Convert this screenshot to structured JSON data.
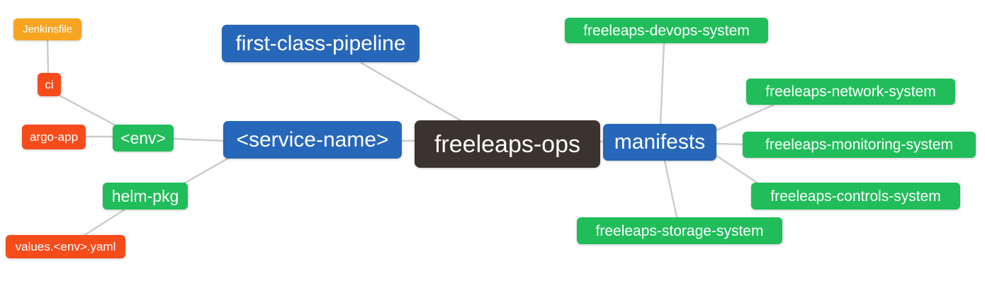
{
  "diagram": {
    "type": "mindmap",
    "root_id": "freeleaps-ops"
  },
  "palette": {
    "root_node": "#3b342e",
    "branch_blue": "#2767b9",
    "node_green": "#21bd5b",
    "node_red_orange": "#f64c1c",
    "node_amber": "#f7a521",
    "edge_line": "#cccccc",
    "node_text": "#ffffff",
    "background": "#ffffff"
  },
  "nodes": [
    {
      "id": "freeleaps-ops",
      "label": "freeleaps-ops",
      "depth": 0,
      "parent": null
    },
    {
      "id": "first-class-pipeline",
      "label": "first-class-pipeline",
      "depth": 1,
      "parent": "freeleaps-ops"
    },
    {
      "id": "service-name",
      "label": "<service-name>",
      "depth": 1,
      "parent": "freeleaps-ops"
    },
    {
      "id": "manifests",
      "label": "manifests",
      "depth": 1,
      "parent": "freeleaps-ops"
    },
    {
      "id": "env",
      "label": "<env>",
      "depth": 2,
      "parent": "service-name"
    },
    {
      "id": "helm-pkg",
      "label": "helm-pkg",
      "depth": 2,
      "parent": "service-name"
    },
    {
      "id": "freeleaps-devops-system",
      "label": "freeleaps-devops-system",
      "depth": 2,
      "parent": "manifests"
    },
    {
      "id": "freeleaps-network-system",
      "label": "freeleaps-network-system",
      "depth": 2,
      "parent": "manifests"
    },
    {
      "id": "freeleaps-monitoring-system",
      "label": "freeleaps-monitoring-system",
      "depth": 2,
      "parent": "manifests"
    },
    {
      "id": "freeleaps-controls-system",
      "label": "freeleaps-controls-system",
      "depth": 2,
      "parent": "manifests"
    },
    {
      "id": "freeleaps-storage-system",
      "label": "freeleaps-storage-system",
      "depth": 2,
      "parent": "manifests"
    },
    {
      "id": "ci",
      "label": "ci",
      "depth": 3,
      "parent": "env"
    },
    {
      "id": "argo-app",
      "label": "argo-app",
      "depth": 3,
      "parent": "env"
    },
    {
      "id": "values-env-yaml",
      "label": "values.<env>.yaml",
      "depth": 3,
      "parent": "helm-pkg"
    },
    {
      "id": "jenkinsfile",
      "label": "Jenkinsfile",
      "depth": 4,
      "parent": "ci"
    }
  ],
  "edges": [
    {
      "from": "jenkinsfile",
      "to": "ci"
    },
    {
      "from": "ci",
      "to": "env"
    },
    {
      "from": "argo-app",
      "to": "env"
    },
    {
      "from": "env",
      "to": "service-name"
    },
    {
      "from": "service-name",
      "to": "helm-pkg"
    },
    {
      "from": "helm-pkg",
      "to": "values-env-yaml"
    },
    {
      "from": "first-class-pipeline",
      "to": "freeleaps-ops"
    },
    {
      "from": "service-name",
      "to": "freeleaps-ops"
    },
    {
      "from": "freeleaps-ops",
      "to": "manifests"
    },
    {
      "from": "manifests",
      "to": "freeleaps-devops-system"
    },
    {
      "from": "manifests",
      "to": "freeleaps-network-system"
    },
    {
      "from": "manifests",
      "to": "freeleaps-monitoring-system"
    },
    {
      "from": "manifests",
      "to": "freeleaps-controls-system"
    },
    {
      "from": "manifests",
      "to": "freeleaps-storage-system"
    }
  ]
}
